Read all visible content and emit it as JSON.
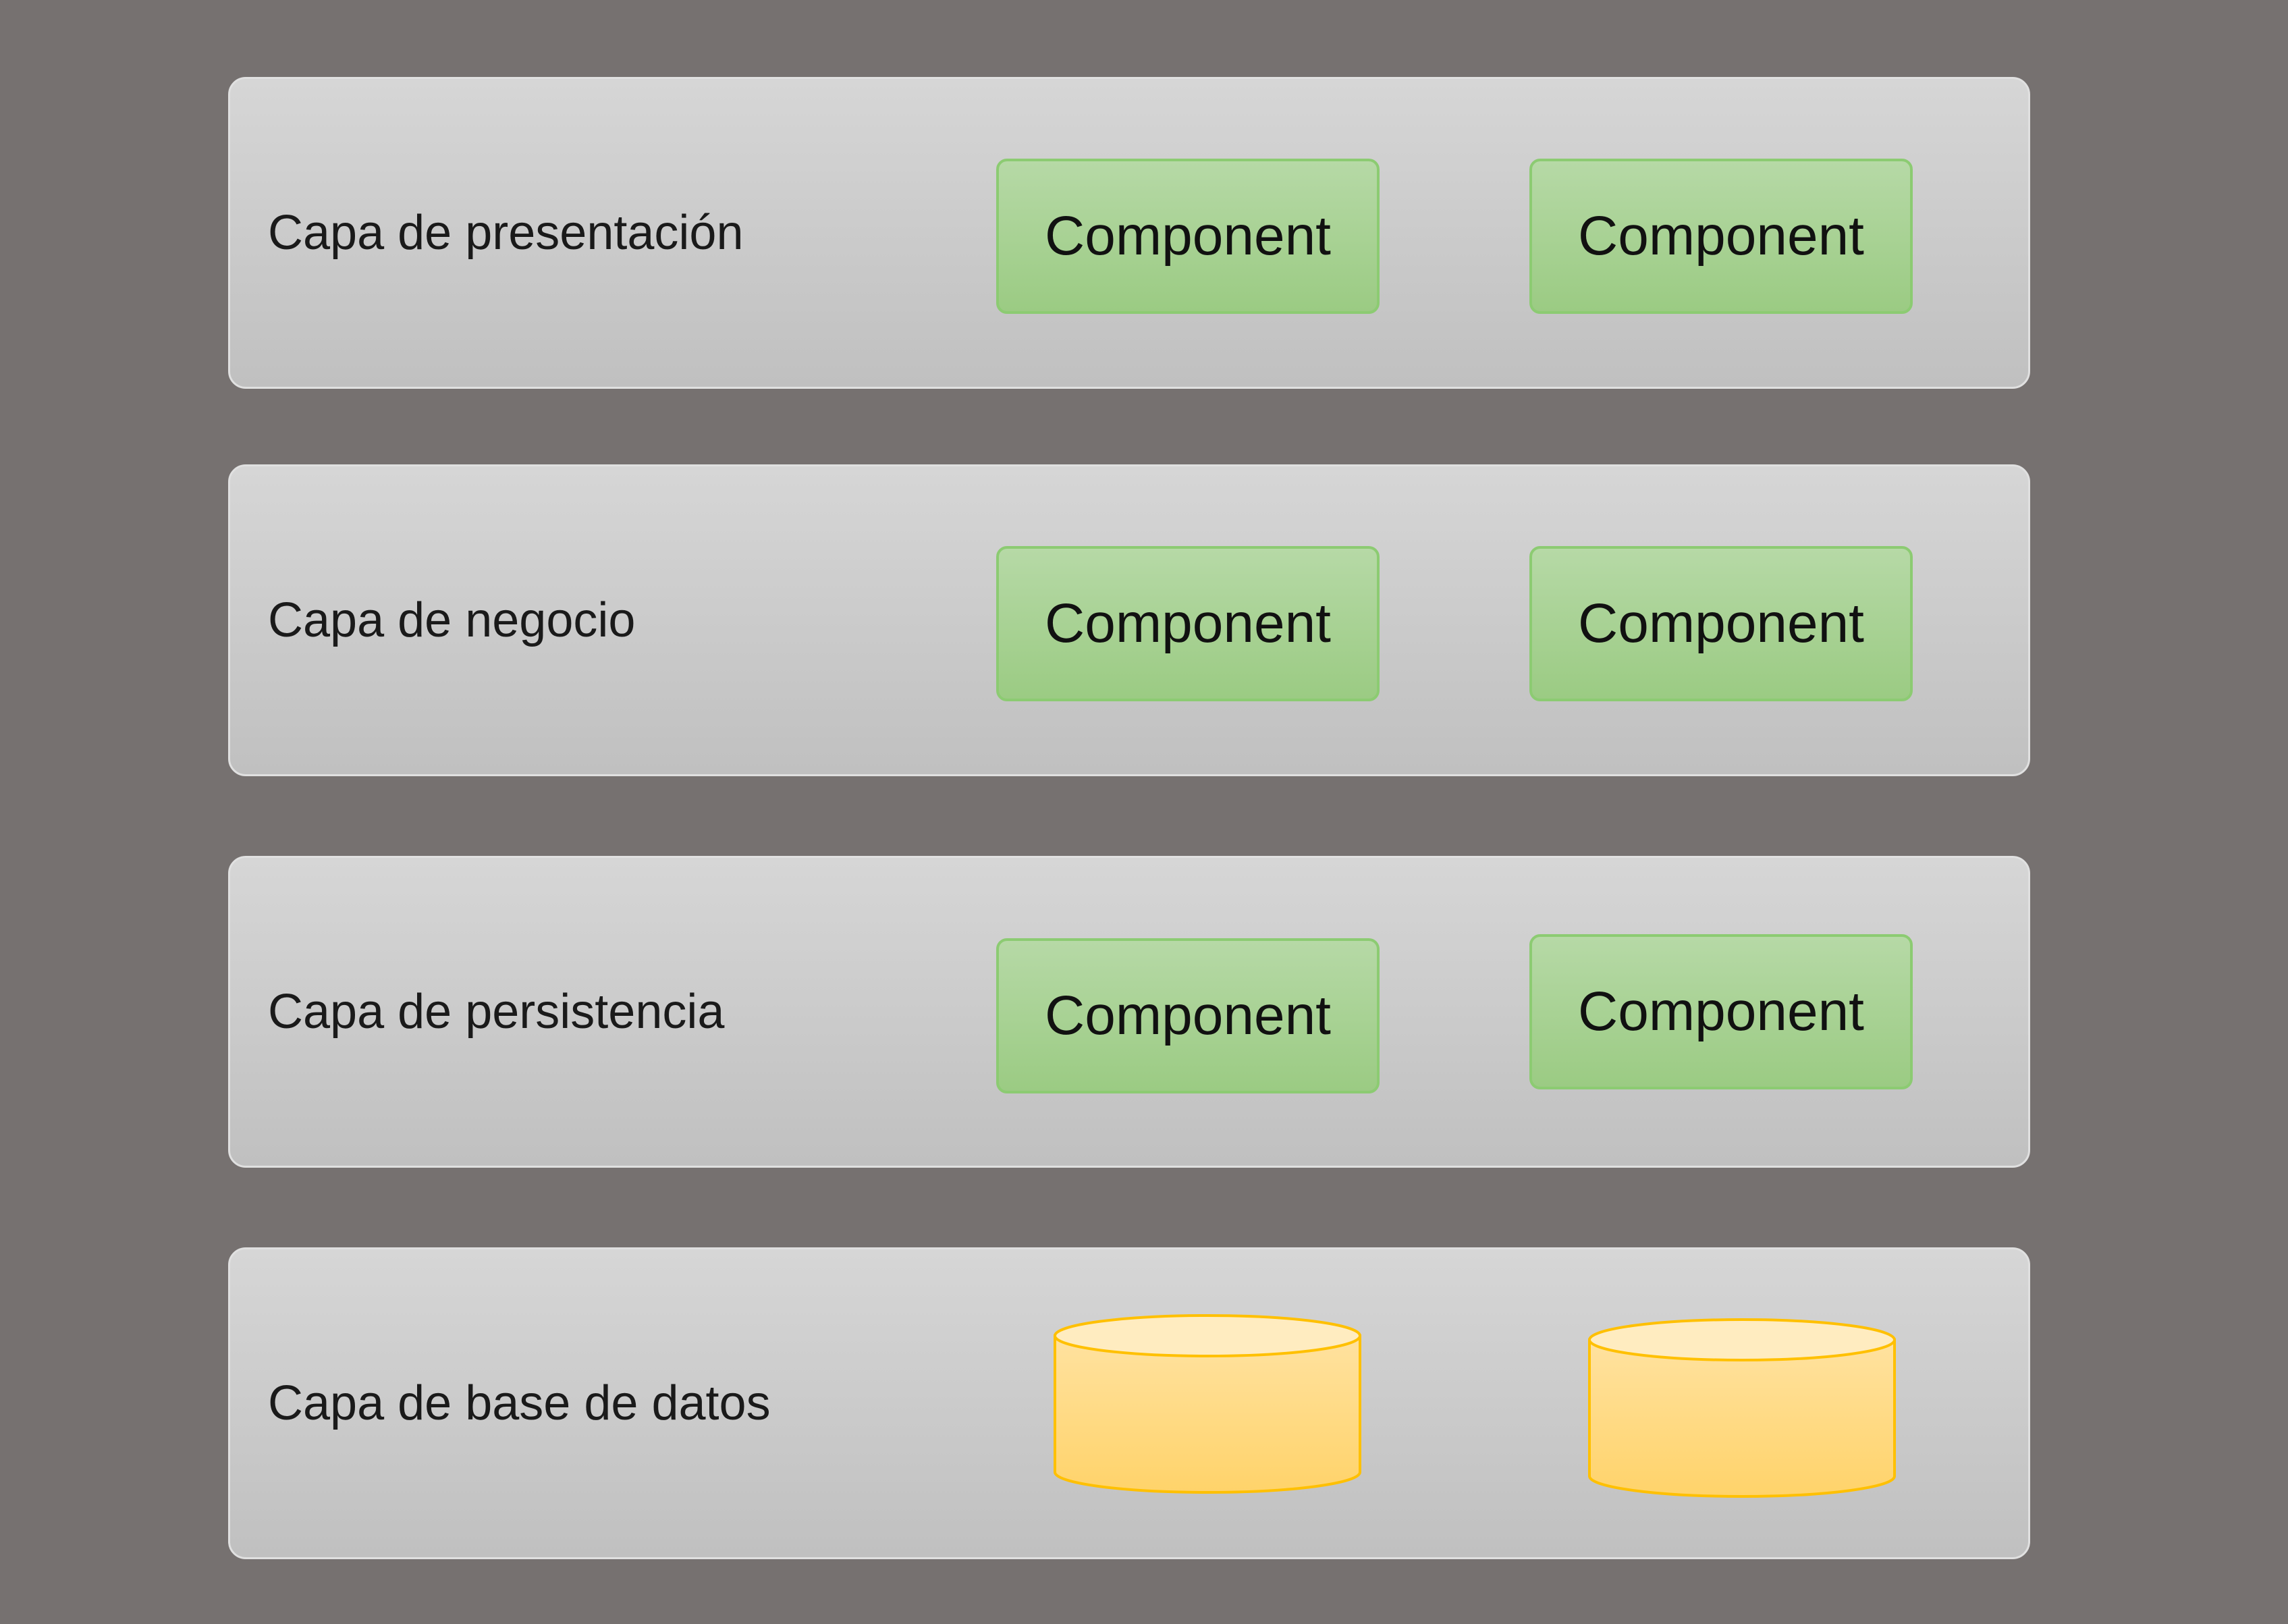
{
  "layers": [
    {
      "label": "Capa de presentación",
      "components": [
        "Component",
        "Component"
      ]
    },
    {
      "label": "Capa de negocio",
      "components": [
        "Component",
        "Component"
      ]
    },
    {
      "label": "Capa de persistencia",
      "components": [
        "Component",
        "Component"
      ]
    },
    {
      "label": "Capa de base de datos",
      "databases": [
        "database-cylinder-icon",
        "database-cylinder-icon"
      ]
    }
  ],
  "colors": {
    "background": "#767170",
    "layer_fill": "#cbcbcb",
    "component_fill": "#a9d18e",
    "component_border": "#8ccb72",
    "database_fill": "#ffd97f",
    "database_border": "#ffc000"
  }
}
